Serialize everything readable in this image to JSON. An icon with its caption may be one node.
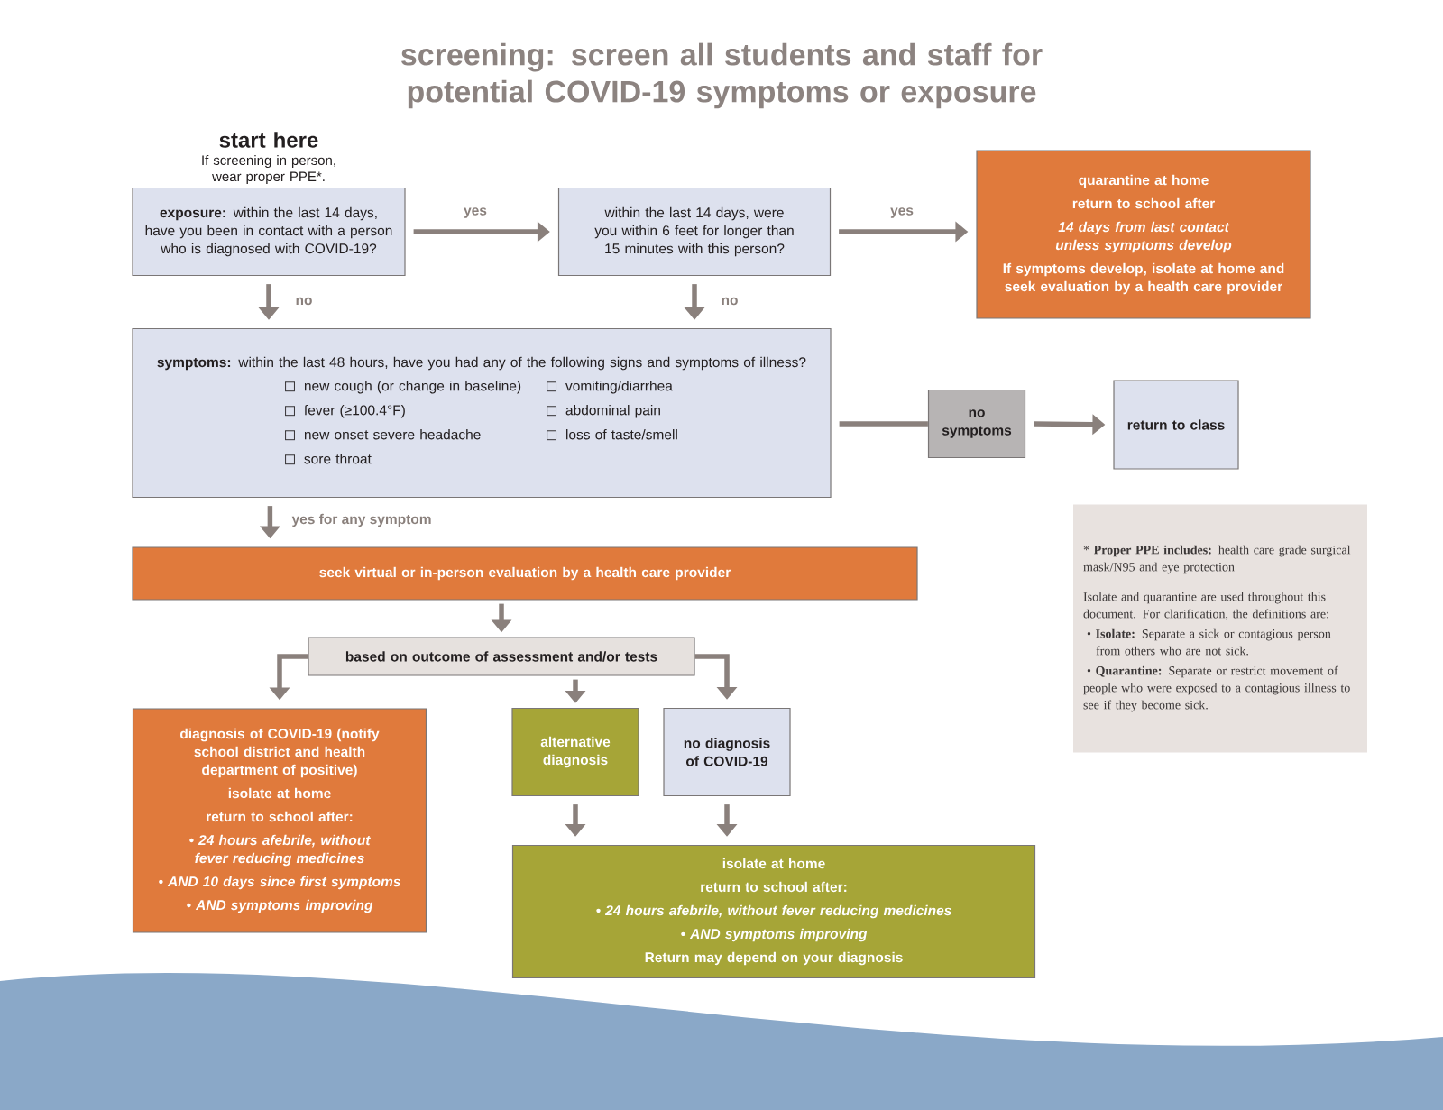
{
  "diagram": {
    "title": "screening: screen all students and staff for potential COVID-19 symptoms or exposure",
    "nodes": [
      {
        "text": [
          "**exposure:** within the last 14 days, have you been in contact with a person who is diagnosed with COVID-19?"
        ],
        "beside": [
          "start here",
          "If screening in person, wear proper PPE*."
        ]
      },
      {
        "text": [
          "within the last 14 days, were you within 6 feet for longer than 15 minutes with this person?"
        ]
      },
      {
        "text": [
          "quarantine at home",
          "return to school after",
          "14 days from last contact unless symptoms develop",
          "If symptoms develop, isolate at home and seek evaluation by a health care provider"
        ]
      },
      {
        "text": [
          "**symptoms:** within the last 48 hours, have you had any of the following signs and symptoms of illness?",
          "new cough (or change in baseline)",
          "vomiting/diarrhea",
          "fever (≥100.4°F)",
          "abdominal pain",
          "new onset severe headache",
          "loss of taste/smell",
          "sore throat"
        ]
      },
      {
        "text": [
          "no symptoms"
        ]
      },
      {
        "text": [
          "return to class"
        ]
      },
      {
        "text": [
          "seek virtual or in-person evaluation by a health care provider"
        ]
      },
      {
        "text": [
          "based on outcome of assessment and/or tests"
        ]
      },
      {
        "text": [
          "diagnosis of COVID-19 (notify school district and health department of positive)",
          "isolate at home",
          "return to school after:",
          "• 24 hours afebrile, without fever reducing medicines",
          "• **AND** 10 days since first symptoms",
          "• **AND** symptoms improving"
        ]
      },
      {
        "text": [
          "alternative diagnosis"
        ]
      },
      {
        "text": [
          "no diagnosis of COVID-19"
        ]
      },
      {
        "text": [
          "isolate at home",
          "return to school after:",
          "• 24 hours afebrile, without fever reducing medicines",
          "• **AND** symptoms improving",
          "Return may depend on your diagnosis"
        ]
      },
      {
        "text": [
          "* **Proper PPE includes:** health care grade surgical mask/N95 and eye protection",
          "Isolate and quarantine are used throughout this document. For clarification, the definitions are:",
          "• **Isolate:** Separate a sick or contagious person from others who are not sick.",
          "• **Quarantine:** Separate or restrict movement of people who were exposed to a contagious illness to see if they become sick."
        ]
      }
    ],
    "edges": [
      {
        "from": 0,
        "to": 1,
        "arrow": "to",
        "label": "yes"
      },
      {
        "from": 1,
        "to": 2,
        "arrow": "to",
        "label": "yes"
      },
      {
        "from": 0,
        "to": 3,
        "arrow": "to",
        "label": "no"
      },
      {
        "from": 1,
        "to": 3,
        "arrow": "to",
        "label": "no"
      },
      {
        "from": 3,
        "to": 4,
        "arrow": "none"
      },
      {
        "from": 4,
        "to": 5,
        "arrow": "to"
      },
      {
        "from": 3,
        "to": 6,
        "arrow": "to",
        "label": "yes for any symptom"
      },
      {
        "from": 6,
        "to": 7,
        "arrow": "to"
      },
      {
        "from": 7,
        "to": 8,
        "arrow": "to"
      },
      {
        "from": 7,
        "to": 9,
        "arrow": "to"
      },
      {
        "from": 7,
        "to": 10,
        "arrow": "to"
      },
      {
        "from": 9,
        "to": 11,
        "arrow": "to"
      },
      {
        "from": 10,
        "to": 11,
        "arrow": "to"
      }
    ]
  }
}
